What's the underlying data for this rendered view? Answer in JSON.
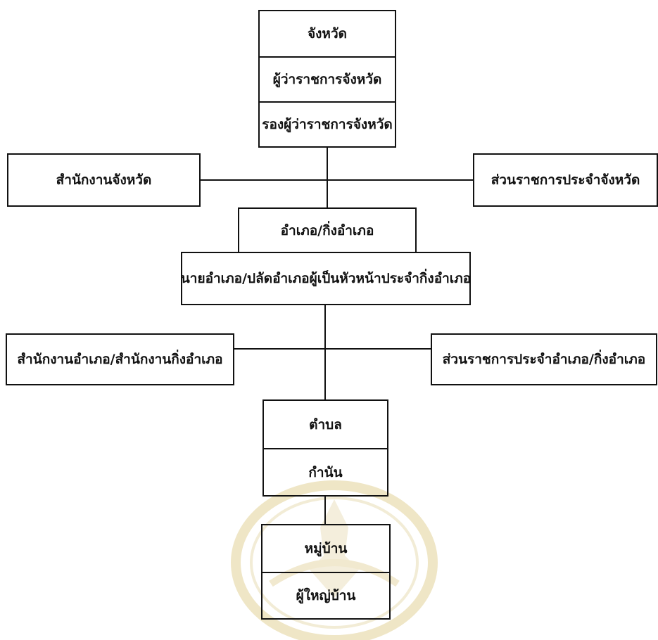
{
  "province": {
    "title": "จังหวัด",
    "governor": "ผู้ว่าราชการจังหวัด",
    "vice_governor": "รองผู้ว่าราชการจังหวัด"
  },
  "provincial_office": "สำนักงานจังหวัด",
  "provincial_agencies": "ส่วนราชการประจำจังหวัด",
  "district": {
    "title": "อำเภอ/กิ่งอำเภอ",
    "chief": "นายอำเภอ/ปลัดอำเภอผู้เป็นหัวหน้าประจำกิ่งอำเภอ"
  },
  "district_office": "สำนักงานอำเภอ/สำนักงานกิ่งอำเภอ",
  "district_agencies": "ส่วนราชการประจำอำเภอ/กิ่งอำเภอ",
  "subdistrict": {
    "title": "ตำบล",
    "head": "กำนัน"
  },
  "village": {
    "title": "หมู่บ้าน",
    "head": "ผู้ใหญ่บ้าน"
  }
}
